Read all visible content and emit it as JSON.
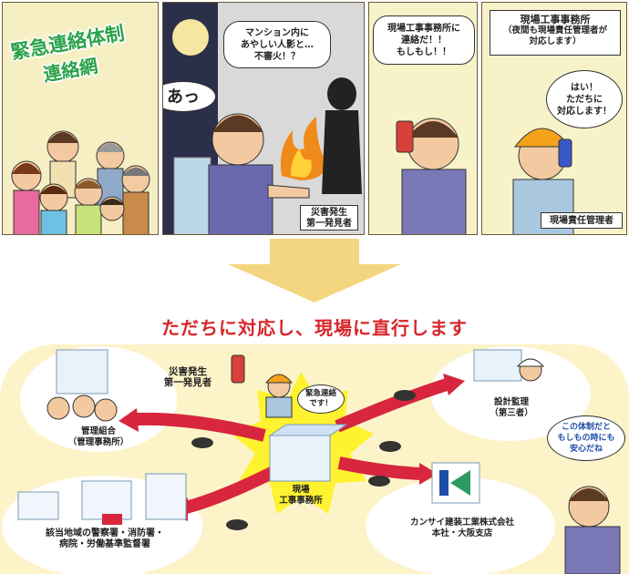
{
  "panel1": {
    "title_line1": "緊急連絡体制",
    "title_line2": "連絡網"
  },
  "panel2": {
    "shout": "あっ",
    "thought_line1": "マンション内に",
    "thought_line2": "あやしい人影と…",
    "thought_line3": "不審火！？",
    "caption_line1": "災害発生",
    "caption_line2": "第一発見者"
  },
  "panel3": {
    "speech_line1": "現場工事事務所に",
    "speech_line2": "連絡だ！！",
    "speech_line3": "もしもし！！"
  },
  "panel4": {
    "box_line1": "現場工事事務所",
    "box_line2": "（夜間も現場責任管理者が",
    "box_line3": "対応します）",
    "speech_line1": "はい！",
    "speech_line2": "ただちに",
    "speech_line3": "対応します！",
    "caption": "現場責任管理者"
  },
  "headline": "ただちに対応し、現場に直行します",
  "diagram": {
    "discoverer_line1": "災害発生",
    "discoverer_line2": "第一発見者",
    "urgent_line1": "緊急連絡",
    "urgent_line2": "です！",
    "center_line1": "現場",
    "center_line2": "工事事務所",
    "mgmt_line1": "管理組合",
    "mgmt_line2": "（管理事務所）",
    "supervisor_line1": "設計監理",
    "supervisor_line2": "（第三者）",
    "authorities_line1": "該当地域の警察署・消防署・",
    "authorities_line2": "病院・労働基準監督署",
    "company_line1": "カンサイ建装工業株式会社",
    "company_line2": "本社・大阪支店",
    "reassure_line1": "この体制だと",
    "reassure_line2": "もしもの時にも",
    "reassure_line3": "安心だね"
  },
  "colors": {
    "title": "#2aa34a",
    "title_outline": "#ffffff",
    "headline": "#d6262b",
    "arrow_down": "#f5d680",
    "background_band": "#fdf3c8",
    "burst": "#fff22e",
    "arrow_red": "#d7263d",
    "logo_green": "#2e9a63",
    "logo_blue": "#1f4ea8"
  }
}
